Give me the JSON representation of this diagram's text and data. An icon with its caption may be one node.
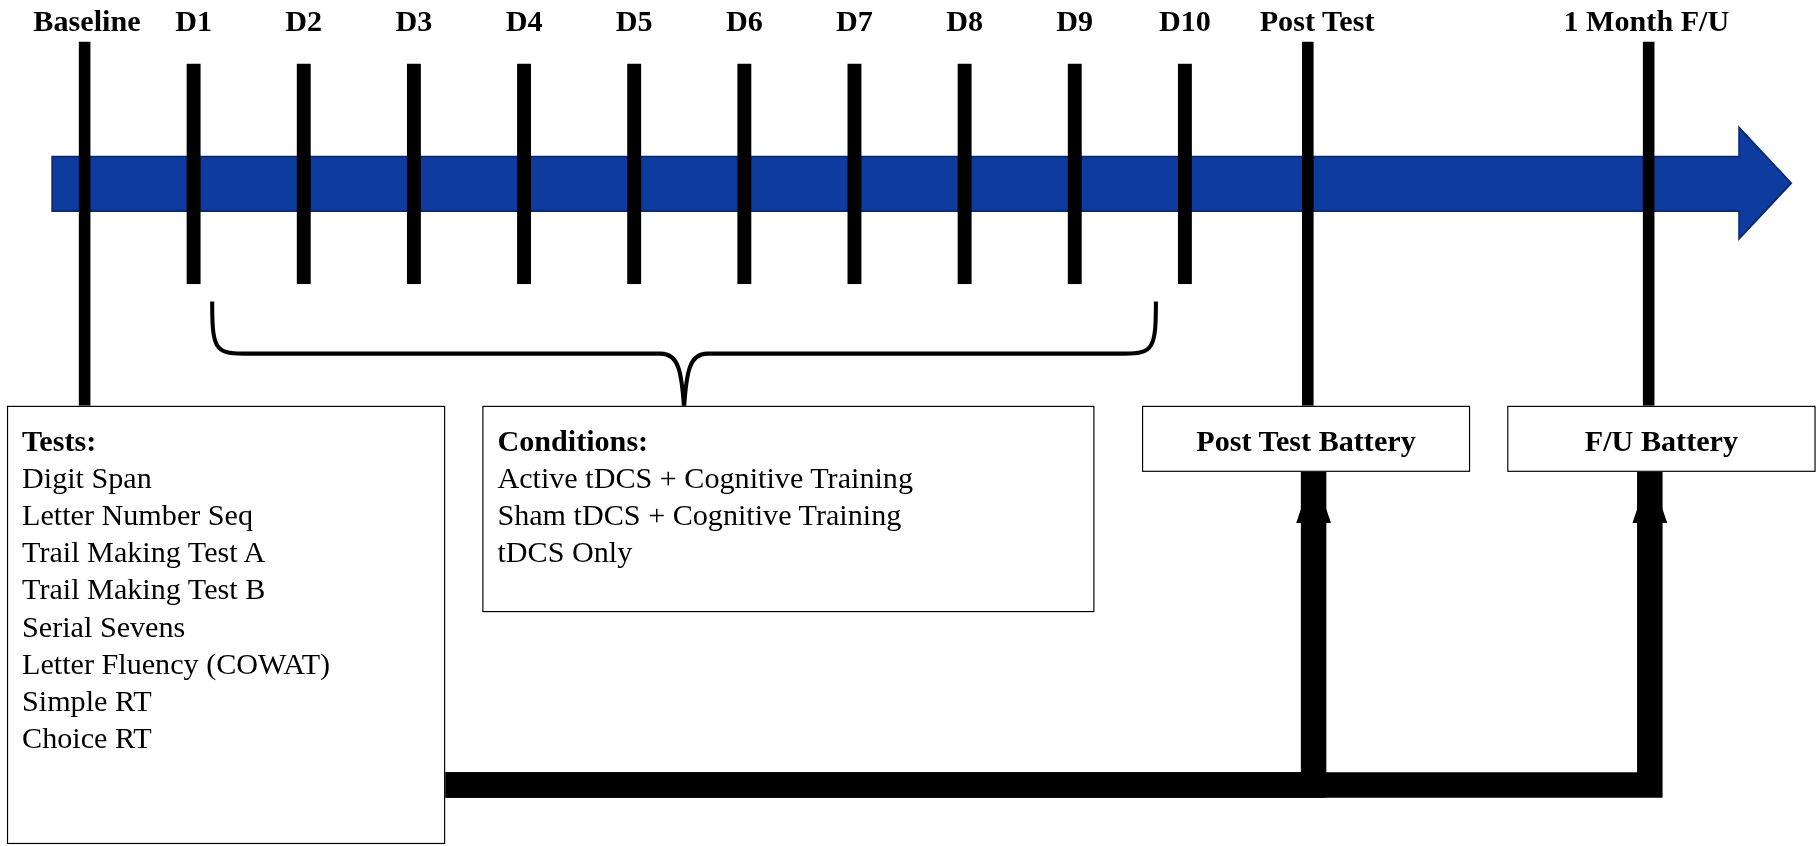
{
  "diagram": {
    "nodes": [
      {
        "text": [
          "Baseline"
        ]
      },
      {
        "text": [
          "Post Test"
        ]
      },
      {
        "text": [
          "1 Month F/U"
        ]
      },
      {
        "text": [
          "Tests:",
          "Digit Span",
          "Letter Number Seq",
          "Trail Making Test A",
          "Trail Making Test B",
          "Serial Sevens",
          "Letter Fluency (COWAT)",
          "Simple RT",
          "Choice RT"
        ]
      },
      {
        "text": [
          "Conditions:",
          "Active tDCS + Cognitive Training",
          "Sham tDCS + Cognitive Training",
          "tDCS Only"
        ]
      },
      {
        "text": [
          "Post Test Battery"
        ]
      },
      {
        "text": [
          "F/U Battery"
        ]
      }
    ],
    "edges": [
      {
        "from": 0,
        "to": 3,
        "arrow": "none"
      },
      {
        "from": 1,
        "to": 5,
        "arrow": "none"
      },
      {
        "from": 2,
        "to": 6,
        "arrow": "none"
      },
      {
        "from": 3,
        "to": 5,
        "arrow": "to",
        "style": "thick"
      },
      {
        "from": 3,
        "to": 6,
        "arrow": "to",
        "style": "thick"
      }
    ],
    "labels": [
      "D1",
      "D2",
      "D3",
      "D4",
      "D5",
      "D6",
      "D7",
      "D8",
      "D9",
      "D10"
    ]
  }
}
